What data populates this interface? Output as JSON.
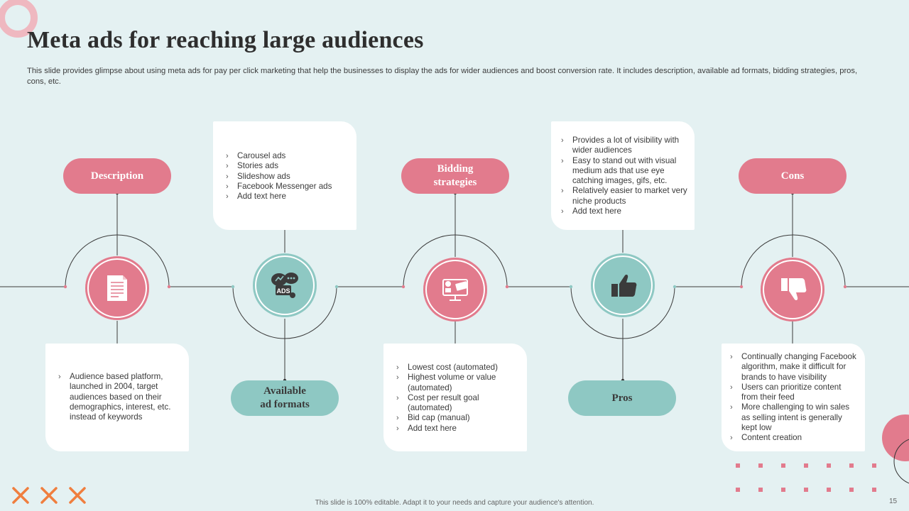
{
  "title": "Meta ads for reaching large audiences",
  "subtitle": "This slide provides glimpse about using meta ads for pay per click marketing that help the businesses to display the ads for wider audiences and boost conversion rate. It includes description, available ad formats, bidding strategies, pros, cons, etc.",
  "stages": [
    {
      "label": "Description",
      "icon": "document-icon",
      "color": "#e27b8d",
      "points": [
        "Audience based platform, launched in 2004, target audiences based on their demographics, interest, etc. instead of keywords"
      ]
    },
    {
      "label": "Available ad formats",
      "label_line1": "Available",
      "label_line2": "ad formats",
      "icon": "ads-chat-icon",
      "color": "#8ec8c3",
      "points": [
        "Carousel ads",
        "Stories ads",
        "Slideshow ads",
        "Facebook Messenger ads",
        "Add text here"
      ]
    },
    {
      "label": "Bidding strategies",
      "label_line1": "Bidding",
      "label_line2": "strategies",
      "icon": "bidding-screen-icon",
      "color": "#e27b8d",
      "points": [
        "Lowest cost (automated)",
        "Highest volume or value (automated)",
        "Cost per result goal (automated)",
        "Bid cap (manual)",
        "Add text here"
      ]
    },
    {
      "label": "Pros",
      "icon": "thumbs-up-icon",
      "color": "#8ec8c3",
      "points": [
        "Provides a lot of visibility with wider audiences",
        "Easy to stand out with visual medium ads that use eye catching images, gifs, etc.",
        "Relatively easier to market very niche products",
        "Add text here"
      ]
    },
    {
      "label": "Cons",
      "icon": "thumbs-down-icon",
      "color": "#e27b8d",
      "points": [
        "Continually changing Facebook algorithm, make it difficult for brands to have visibility",
        "Users can prioritize content from their feed",
        "More  challenging to win sales as selling intent is generally kept low",
        "Content creation"
      ]
    }
  ],
  "footer": "This slide is 100% editable.  Adapt it to your needs and capture your audience's attention.",
  "page_number": "15",
  "colors": {
    "pink": "#e27b8d",
    "teal": "#8ec8c3",
    "background": "#e4f1f2",
    "accent_orange": "#f07e3e"
  }
}
